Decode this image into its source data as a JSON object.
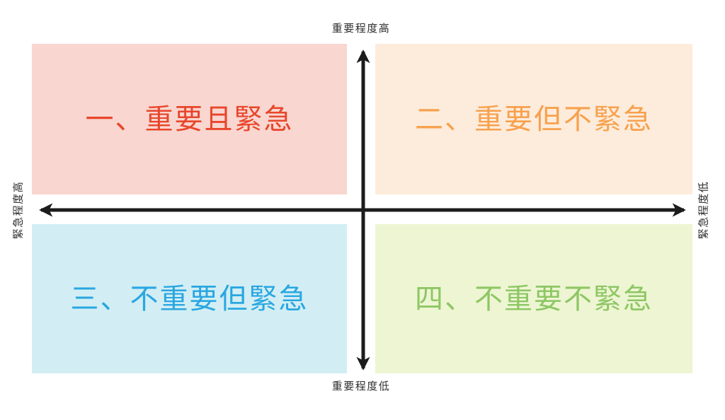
{
  "matrix": {
    "name": "priority-quadrant-matrix",
    "background_color": "#ffffff"
  },
  "axes": {
    "line_color": "#1c1c1c",
    "label_color": "#2e2e2e",
    "top_label": "重要程度高",
    "bottom_label": "重要程度低",
    "left_label": "緊急程度高",
    "right_label": "緊急程度低"
  },
  "quadrants": [
    {
      "id": "q1",
      "position": "top-left",
      "label": "一、重要且緊急",
      "text_color": "#e8462b",
      "bg_color": "#f9d6d0"
    },
    {
      "id": "q2",
      "position": "top-right",
      "label": "二、重要但不緊急",
      "text_color": "#f7a14d",
      "bg_color": "#fdecdc"
    },
    {
      "id": "q3",
      "position": "bottom-left",
      "label": "三、不重要但緊急",
      "text_color": "#2aa7e1",
      "bg_color": "#d2eef4"
    },
    {
      "id": "q4",
      "position": "bottom-right",
      "label": "四、不重要不緊急",
      "text_color": "#8dc764",
      "bg_color": "#eef5d3"
    }
  ]
}
